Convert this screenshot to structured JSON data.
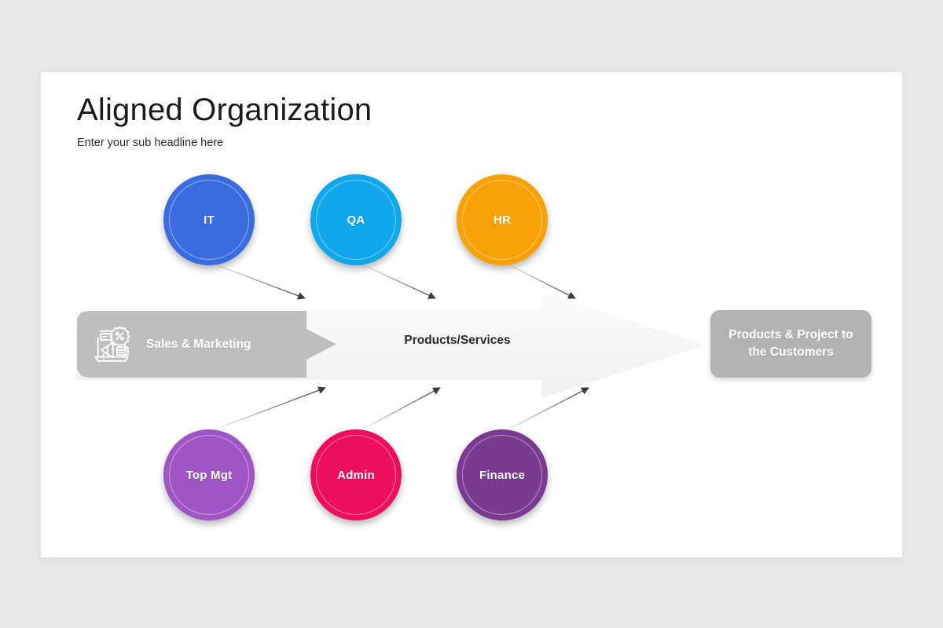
{
  "slide": {
    "title": "Aligned Organization",
    "subtitle": "Enter your sub headline here",
    "background_color": "#e9e8e8",
    "canvas_color": "#ffffff"
  },
  "nodes_top": [
    {
      "id": "it",
      "label": "IT",
      "color": "#3a6ce0"
    },
    {
      "id": "qa",
      "label": "QA",
      "color": "#10a7ec"
    },
    {
      "id": "hr",
      "label": "HR",
      "color": "#f8a208"
    }
  ],
  "nodes_bottom": [
    {
      "id": "top-mgt",
      "label": "Top Mgt",
      "color": "#9f55c3"
    },
    {
      "id": "admin",
      "label": "Admin",
      "color": "#ed0f5e"
    },
    {
      "id": "finance",
      "label": "Finance",
      "color": "#7a3a90"
    }
  ],
  "process": {
    "sales_label": "Sales & Marketing",
    "sales_icon": "marketing-megaphone-icon",
    "sales_color": "#bebebe",
    "arrow_label": "Products/Services",
    "arrow_color": "#f5f5f5",
    "outcome_label": "Products & Project to the Customers",
    "outcome_color": "#b3b3b3"
  },
  "connectors": {
    "stroke_color": "#3a3a3a",
    "count": 6
  }
}
